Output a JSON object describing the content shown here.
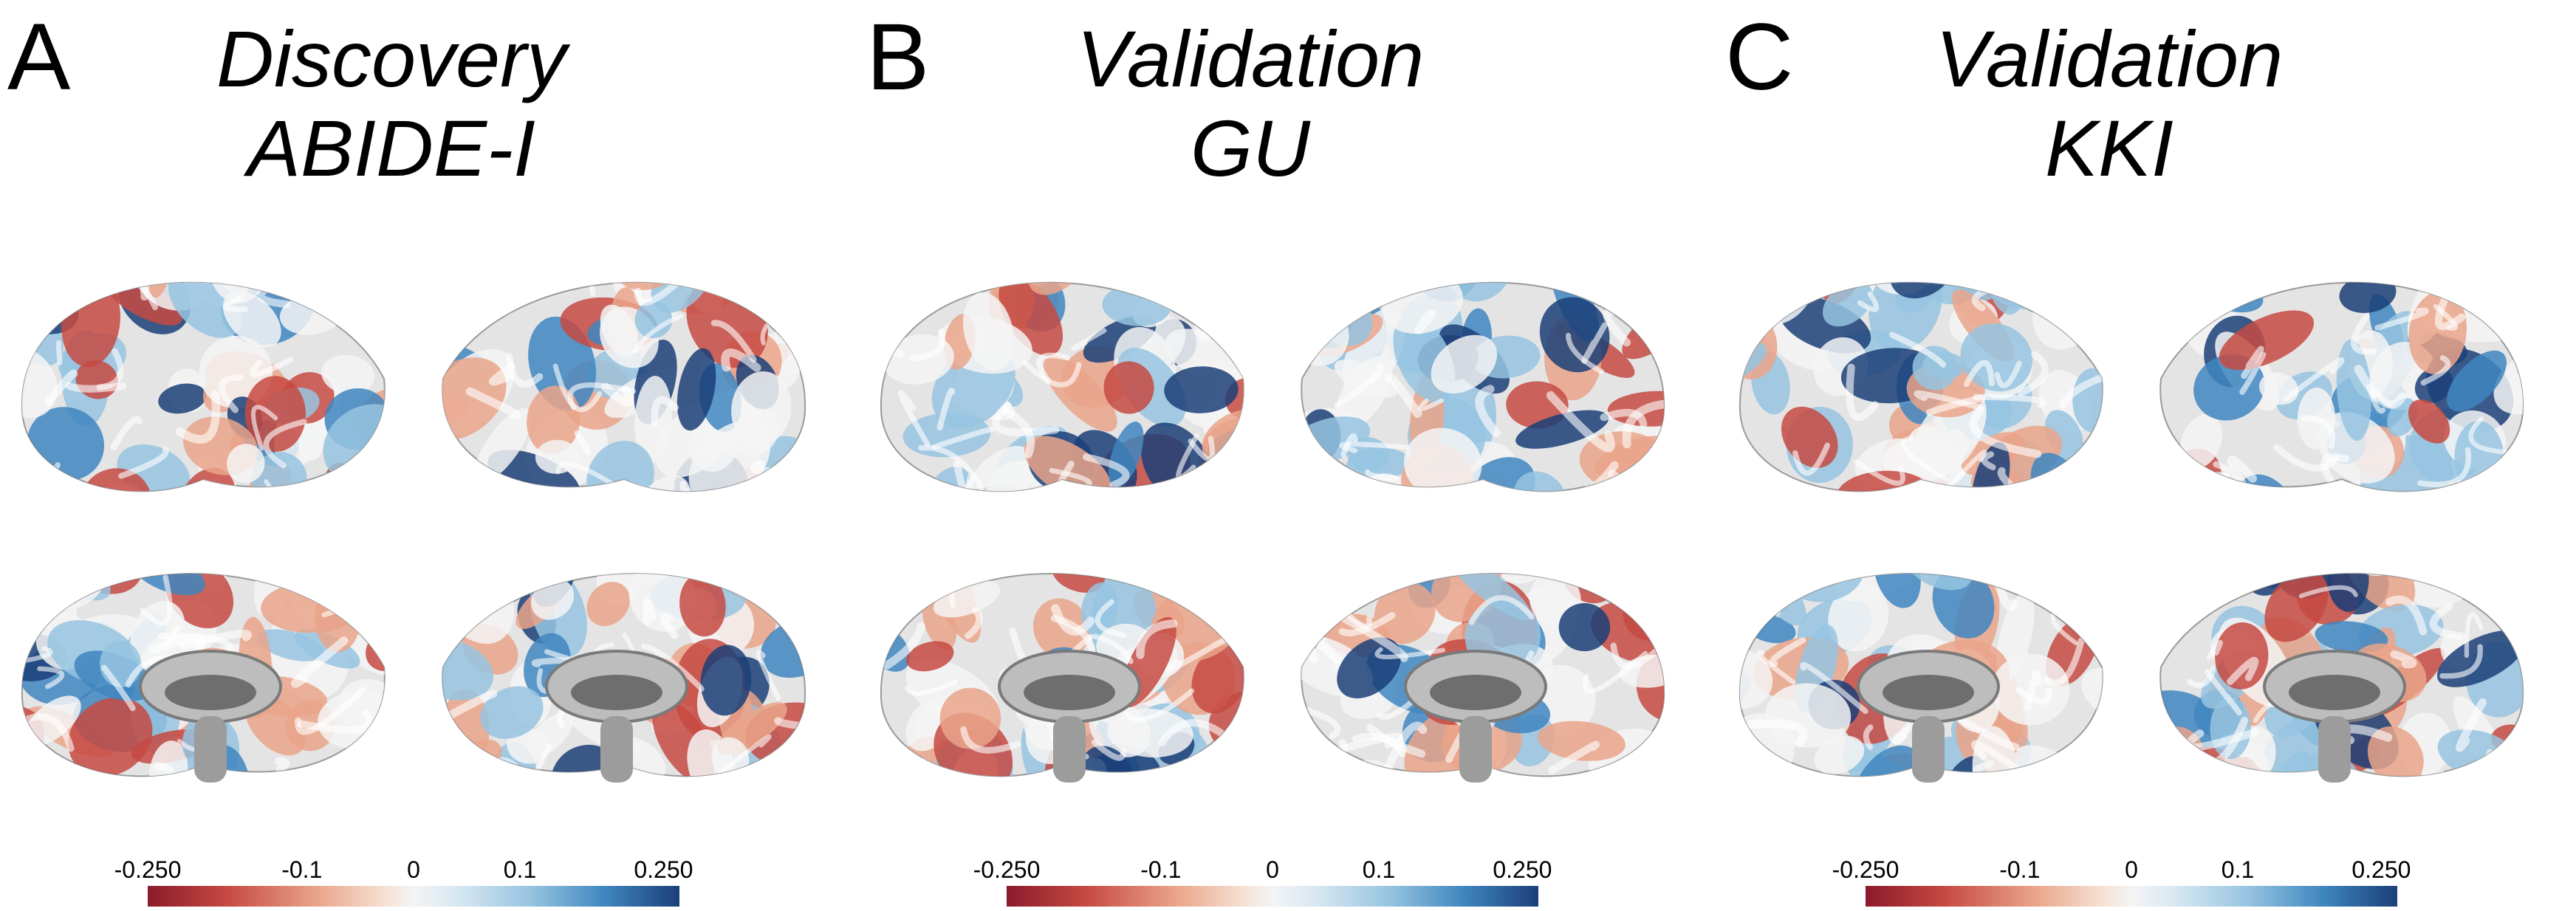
{
  "panels": [
    {
      "letter": "A",
      "title_line1": "Discovery",
      "title_line2": "ABIDE-I"
    },
    {
      "letter": "B",
      "title_line1": "Validation",
      "title_line2": "GU"
    },
    {
      "letter": "C",
      "title_line1": "Validation",
      "title_line2": "KKI"
    }
  ],
  "colorbar": {
    "ticks": [
      "-0.250",
      "-0.1",
      "0",
      "0.1",
      "0.250"
    ],
    "colors": [
      "#8b1a2b",
      "#c64a42",
      "#eaa58a",
      "#f4f4f4",
      "#96c4e0",
      "#3f86bf",
      "#1b3f78"
    ]
  },
  "views": [
    "left-lateral",
    "right-lateral",
    "left-medial",
    "right-medial"
  ]
}
